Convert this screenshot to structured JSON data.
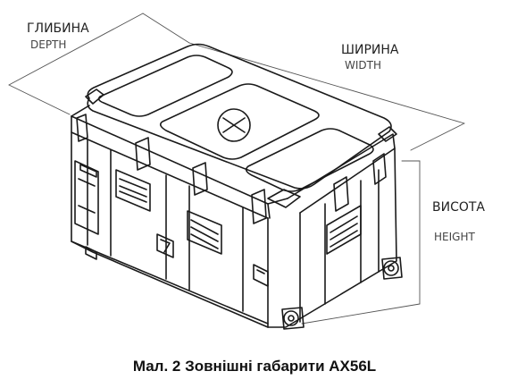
{
  "labels": {
    "depth_ua": "ГЛИБИНА",
    "depth_en": "DEPTH",
    "width_ua": "ШИРИНА",
    "width_en": "WIDTH",
    "height_ua": "ВИСОТА",
    "height_en": "HEIGHT"
  },
  "caption": "Мал. 2 Зовнішні габарити AX56L",
  "colors": {
    "line": "#1a1a1a",
    "dimension_line": "#555555",
    "background": "#ffffff"
  }
}
